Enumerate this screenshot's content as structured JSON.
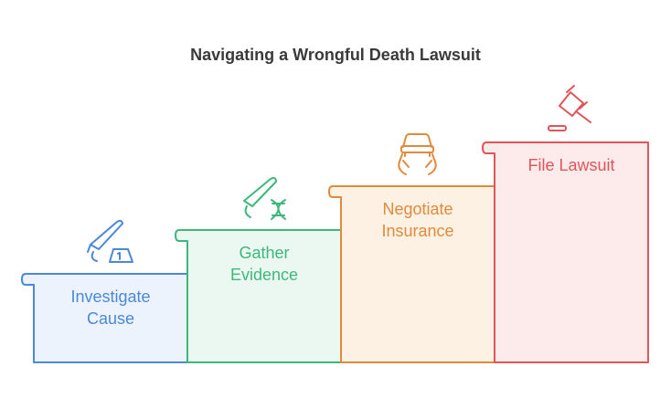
{
  "title": "Navigating a Wrongful Death Lawsuit",
  "steps": [
    {
      "line1": "Investigate",
      "line2": "Cause",
      "icon": "investigation-pen-evidence-marker-icon",
      "color": "#4a88d8",
      "fill": "#edf3fc"
    },
    {
      "line1": "Gather",
      "line2": "Evidence",
      "icon": "scalpel-dna-icon",
      "color": "#3db87a",
      "fill": "#ebf8f1"
    },
    {
      "line1": "Negotiate",
      "line2": "Insurance",
      "icon": "hands-car-icon",
      "color": "#e08a3c",
      "fill": "#fdf1e4"
    },
    {
      "line1": "File Lawsuit",
      "line2": "",
      "icon": "gavel-icon",
      "color": "#e0555a",
      "fill": "#fdebeb"
    }
  ]
}
